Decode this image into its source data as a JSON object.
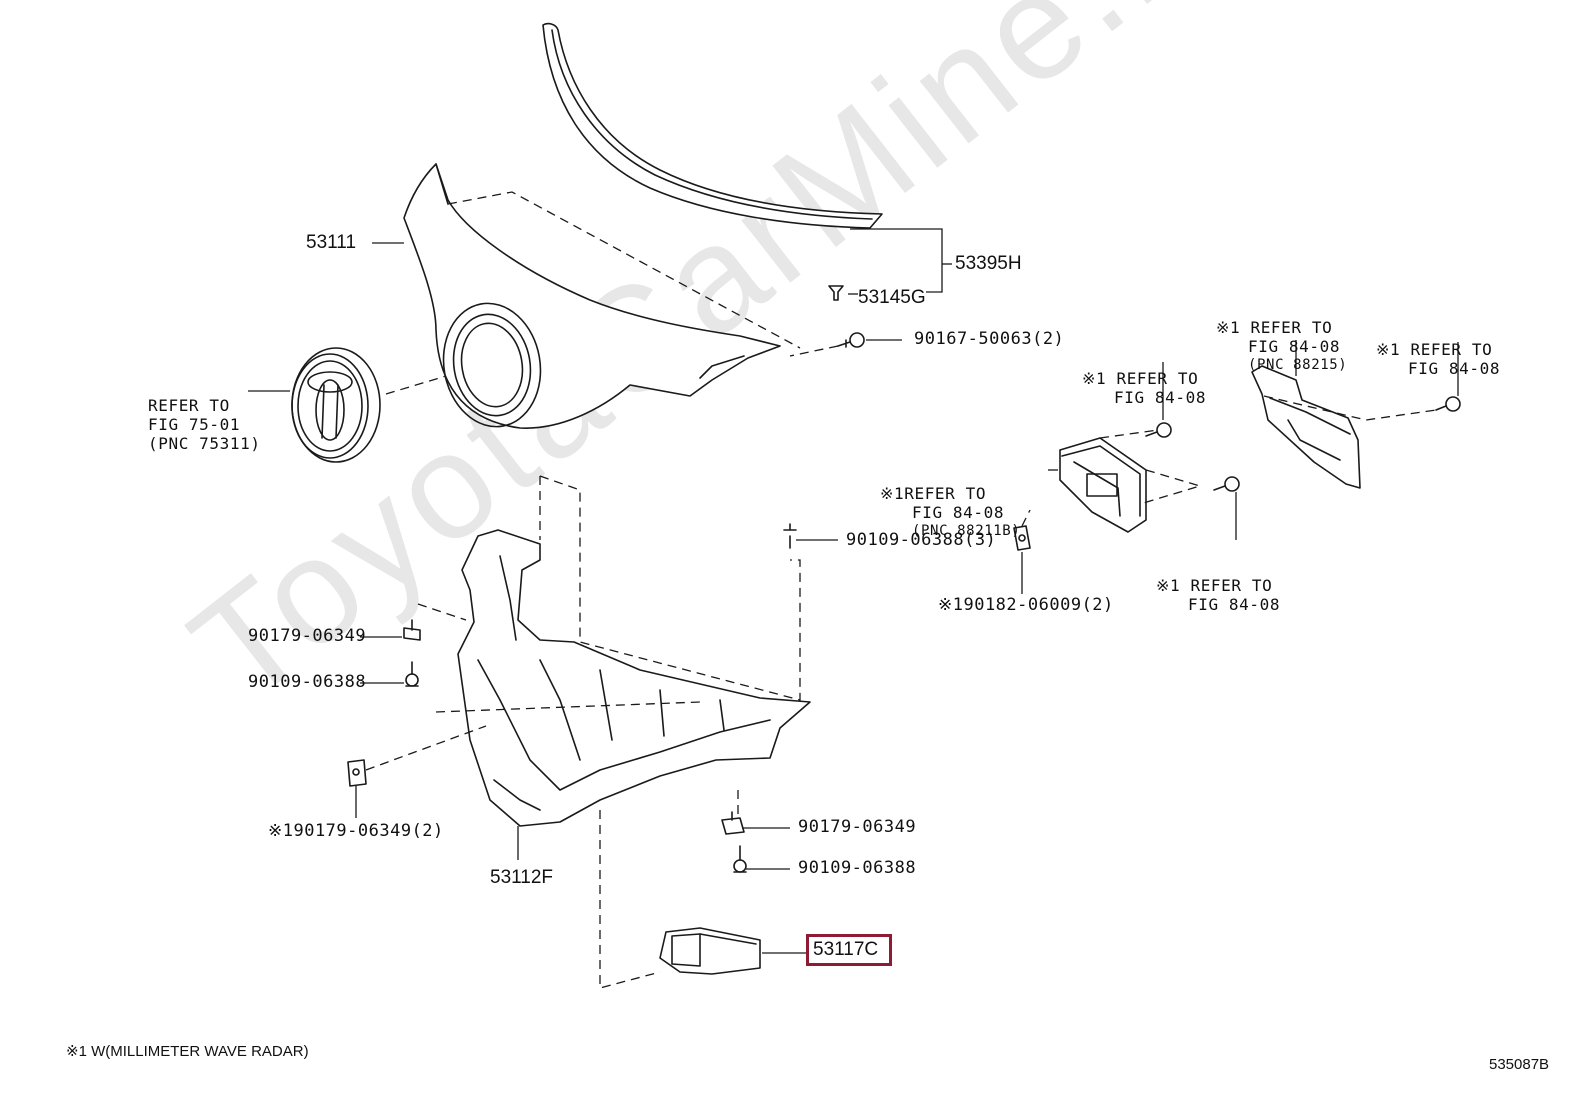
{
  "watermark": "ToyotaCarMine.ru",
  "labels": {
    "p53111": "53111",
    "p53395h": "53395H",
    "p53145g": "53145G",
    "p90167": "90167-50063(2)",
    "p90109_3": "90109-06388(3)",
    "p90182": "※190182-06009(2)",
    "p90179_a": "90179-06349",
    "p90109_a": "90109-06388",
    "p90179_b": "※190179-06349(2)",
    "p53112f": "53112F",
    "p90179_c": "90179-06349",
    "p90109_c": "90109-06388",
    "p53117c": "53117C"
  },
  "refs": {
    "emblem": [
      "REFER TO",
      "FIG 75-01",
      "(PNC 75311)"
    ],
    "sensor": [
      "※1REFER TO",
      "FIG 84-08",
      "(PNC 88211B)"
    ],
    "bolt_top": [
      "※1 REFER TO",
      "FIG 84-08"
    ],
    "bracket": [
      "※1 REFER TO",
      "FIG 84-08",
      "(PNC 88215)"
    ],
    "bolt_right": [
      "※1 REFER TO",
      "FIG 84-08"
    ],
    "bolt_lower": [
      "※1 REFER TO",
      "FIG 84-08"
    ]
  },
  "footnote": "※1 W(MILLIMETER WAVE RADAR)",
  "figure_id": "535087B",
  "colors": {
    "line": "#1a1a1a",
    "highlight": "#8c1b33",
    "watermark": "#e7e7e7"
  }
}
